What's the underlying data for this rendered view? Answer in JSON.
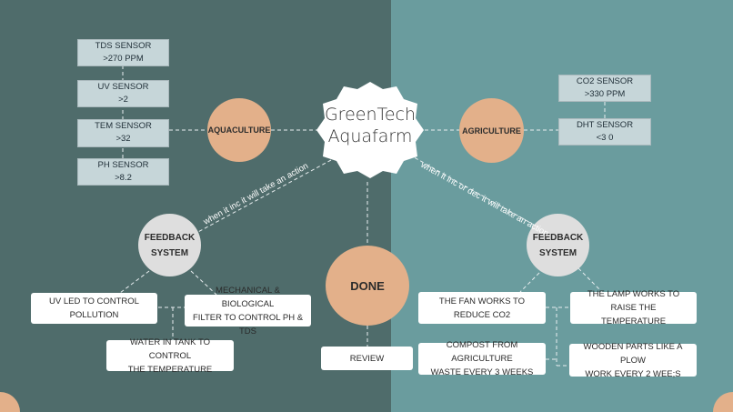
{
  "title": {
    "line1": "GreenTech",
    "line2": "Aquafarm"
  },
  "aquaculture": {
    "label": "AQUACULTURE",
    "sensors": [
      {
        "name": "TDS SENSOR",
        "value": ">270 PPM"
      },
      {
        "name": "UV SENSOR",
        "value": ">2"
      },
      {
        "name": "TEM SENSOR",
        "value": ">32"
      },
      {
        "name": "PH SENSOR",
        "value": ">8.2"
      }
    ],
    "connector_label": "when it inc it will take an action",
    "feedback": {
      "line1": "FEEDBACK",
      "line2": "SYSTEM"
    },
    "actions": [
      {
        "line1": "UV LED TO CONTROL",
        "line2": "POLLUTION"
      },
      {
        "line1": "MECHANICAL & BIOLOGICAL",
        "line2": "FILTER TO CONTROL PH & TDS"
      },
      {
        "line1": "WATER IN TANK TO CONTROL",
        "line2": "THE TEMPERATURE"
      }
    ]
  },
  "agriculture": {
    "label": "AGRICULTURE",
    "sensors": [
      {
        "name": "CO2 SENSOR",
        "value": ">330 PPM"
      },
      {
        "name": "DHT SENSOR",
        "value": "<3 0"
      }
    ],
    "connector_label": "when it inc or dec it will take an action",
    "feedback": {
      "line1": "FEEDBACK",
      "line2": "SYSTEM"
    },
    "actions": [
      {
        "line1": "THE FAN WORKS TO",
        "line2": "REDUCE CO2"
      },
      {
        "line1": "THE LAMP WORKS TO RAISE THE",
        "line2": "TEMPERATURE"
      },
      {
        "line1": "COMPOST FROM AGRICULTURE",
        "line2": "WASTE EVERY 3 WEEKS"
      },
      {
        "line1": "WOODEN PARTS LIKE A PLOW",
        "line2": "WORK EVERY 2 WEE;S"
      }
    ]
  },
  "done": {
    "label": "DONE",
    "review": "REVIEW"
  },
  "colors": {
    "left_bg": "#4f6c6b",
    "right_bg": "#6a9c9e",
    "peach": "#e3b08a",
    "sensor_box": "#c6d6d9"
  }
}
